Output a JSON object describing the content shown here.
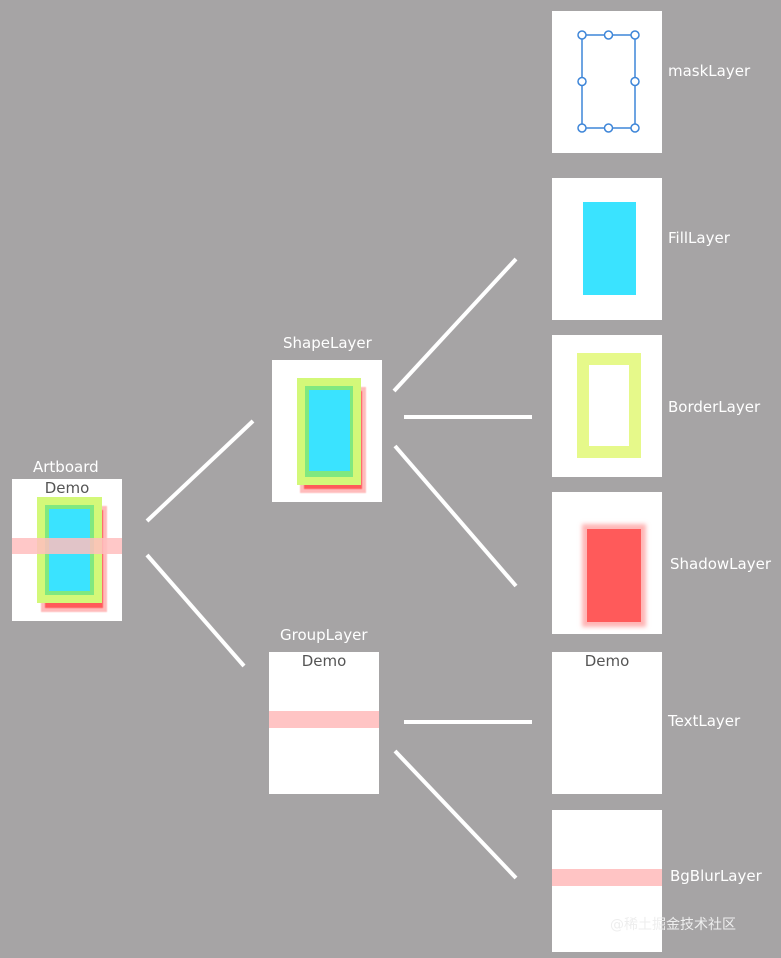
{
  "nodes": {
    "artboard": {
      "label": "Artboard",
      "text": "Demo"
    },
    "shape": {
      "label": "ShapeLayer"
    },
    "group": {
      "label": "GroupLayer",
      "text": "Demo"
    },
    "mask": {
      "label": "maskLayer"
    },
    "fill": {
      "label": "FillLayer"
    },
    "border": {
      "label": "BorderLayer"
    },
    "shadow": {
      "label": "ShadowLayer"
    },
    "textLayer": {
      "label": "TextLayer",
      "text": "Demo"
    },
    "bgblur": {
      "label": "BgBlurLayer"
    }
  },
  "colors": {
    "fill": "#3ae3ff",
    "border": "#e6f98a",
    "shadow": "#ff5a5a",
    "blur": "#ffc4c4",
    "mask": "#3d85d8"
  },
  "watermark": "@稀土掘金技术社区"
}
